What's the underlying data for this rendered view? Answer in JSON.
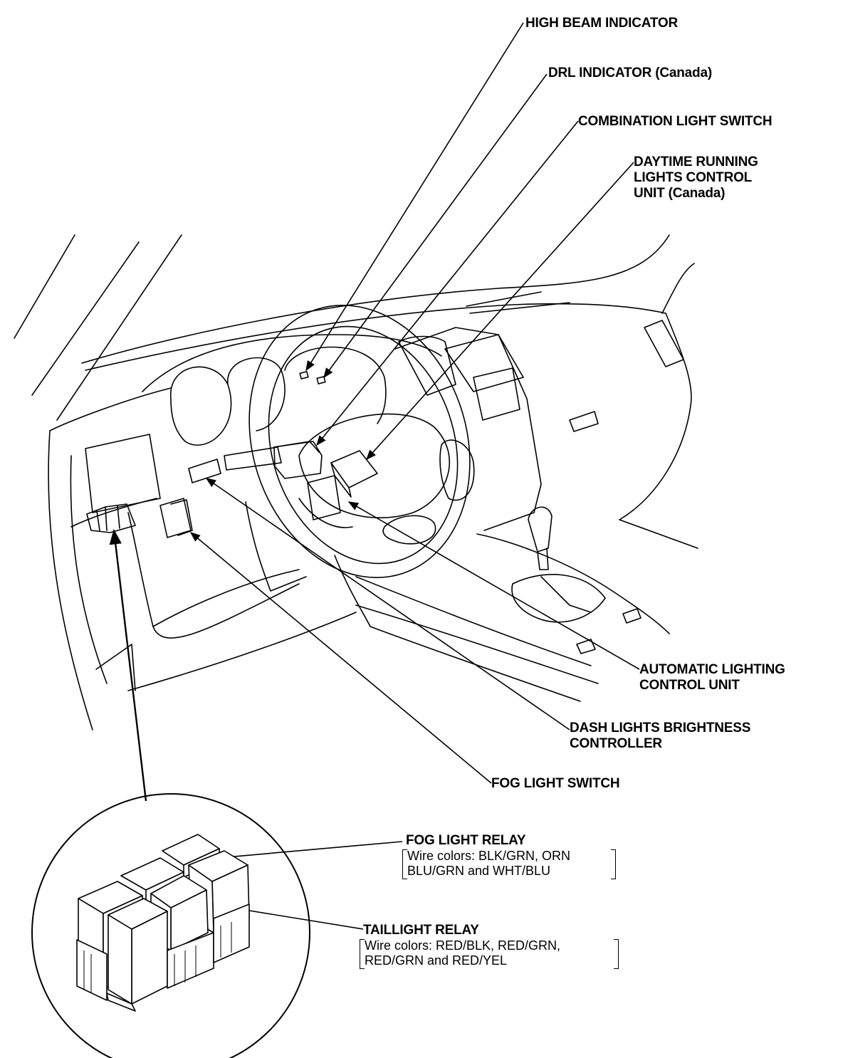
{
  "labels": {
    "high_beam_indicator": "HIGH BEAM INDICATOR",
    "drl_indicator": "DRL INDICATOR (Canada)",
    "combination_light_switch": "COMBINATION LIGHT SWITCH",
    "drl_control_unit": [
      "DAYTIME RUNNING",
      "LIGHTS CONTROL",
      "UNIT (Canada)"
    ],
    "automatic_lighting_control_unit": [
      "AUTOMATIC LIGHTING",
      "CONTROL UNIT"
    ],
    "dash_lights_brightness_controller": [
      "DASH LIGHTS BRIGHTNESS",
      "CONTROLLER"
    ],
    "fog_light_switch": "FOG LIGHT SWITCH",
    "fog_light_relay": {
      "title": "FOG LIGHT RELAY",
      "wires": [
        "Wire colors: BLK/GRN, ORN",
        "BLU/GRN and WHT/BLU"
      ]
    },
    "taillight_relay": {
      "title": "TAILLIGHT RELAY",
      "wires": [
        "Wire colors: RED/BLK, RED/GRN,",
        "RED/GRN and RED/YEL"
      ]
    }
  },
  "colors": {
    "ink": "#000000",
    "paper": "#ffffff"
  }
}
